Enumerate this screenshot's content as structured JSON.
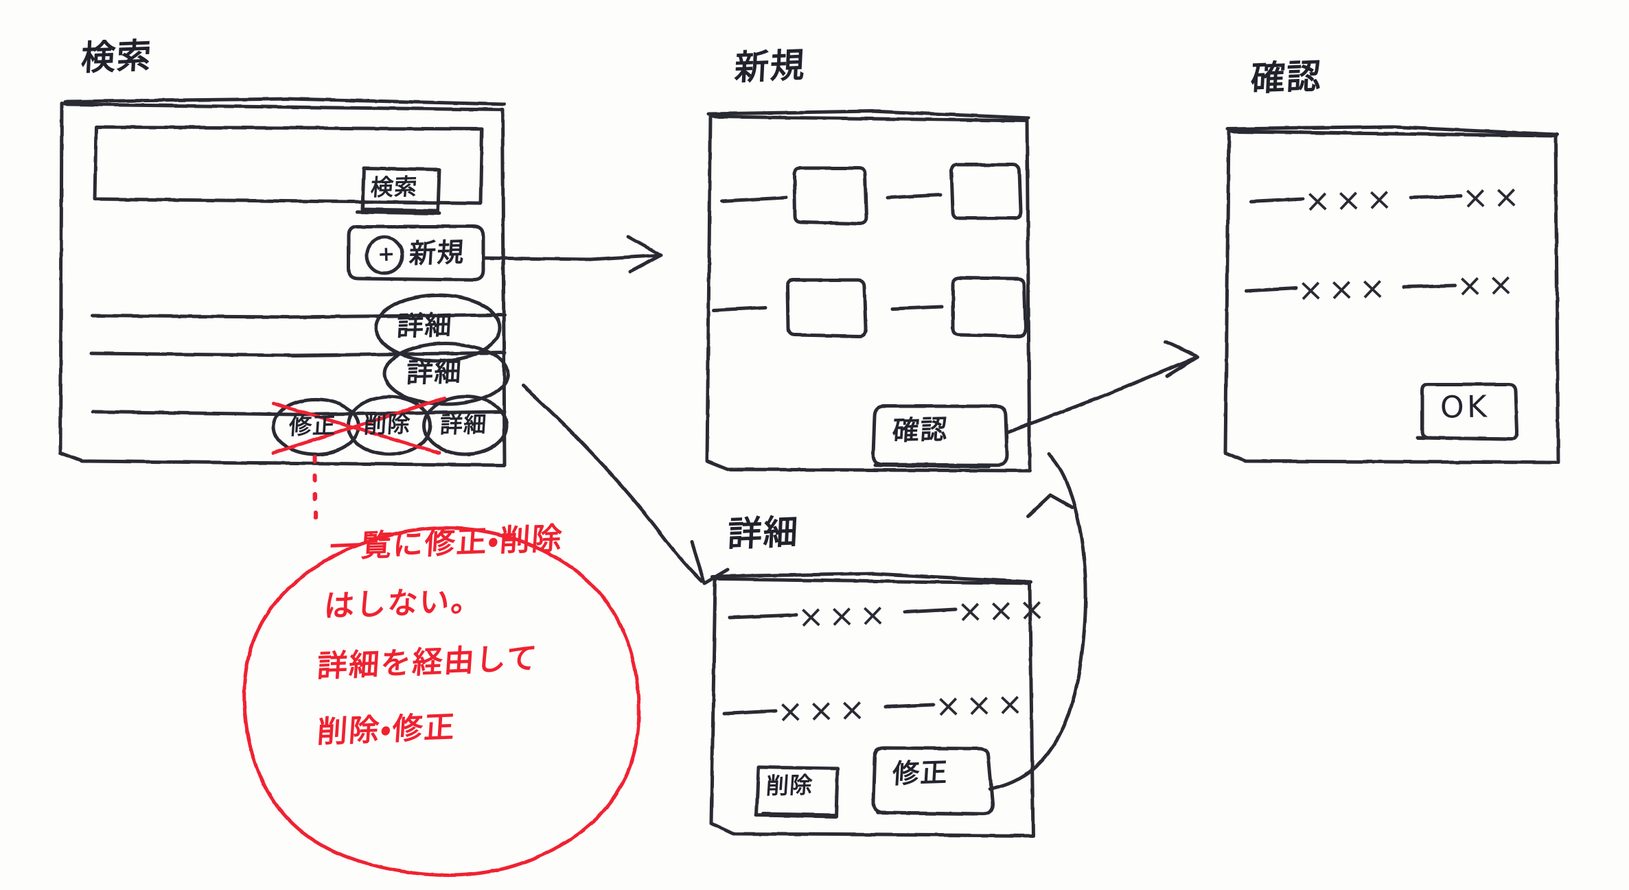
{
  "document": {
    "kind": "hand-drawn-screen-flow-wireframe",
    "language": "ja",
    "ink_color": "#2a2a33",
    "annotation_color": "#ef2230",
    "paper_color": "#fdfdfc"
  },
  "screens": [
    {
      "id": "search",
      "title": "検索",
      "search_field": {
        "value": "",
        "placeholder": ""
      },
      "search_button": {
        "label": "検索"
      },
      "new_button": {
        "label": "新規",
        "icon": "plus-circle-icon",
        "icon_glyph": "+"
      },
      "rows": [
        {
          "detail_button": {
            "label": "詳細"
          }
        },
        {
          "detail_button": {
            "label": "詳細"
          }
        },
        {
          "struck_out": true,
          "edit_button": {
            "label": "修正",
            "struck_out": true
          },
          "delete_button": {
            "label": "削除",
            "struck_out": true
          },
          "detail_button": {
            "label": "詳細"
          }
        }
      ]
    },
    {
      "id": "new",
      "title": "新規",
      "fields": [
        {
          "label_mark": "—",
          "input_value": ""
        },
        {
          "label_mark": "—",
          "input_value": ""
        },
        {
          "label_mark": "—",
          "input_value": ""
        },
        {
          "label_mark": "—",
          "input_value": ""
        }
      ],
      "confirm_button": {
        "label": "確認"
      }
    },
    {
      "id": "confirm",
      "title": "確認",
      "rows": [
        {
          "label_mark": "—",
          "left_value": "×××",
          "right_label_mark": "—",
          "right_value": "××"
        },
        {
          "label_mark": "—",
          "left_value": "×××",
          "right_label_mark": "—",
          "right_value": "××"
        }
      ],
      "ok_button": {
        "label": "OK"
      }
    },
    {
      "id": "detail",
      "title": "詳細",
      "rows": [
        {
          "label_mark": "—",
          "left_value": "×××",
          "right_label_mark": "—",
          "right_value": "×××"
        },
        {
          "label_mark": "—",
          "left_value": "×××",
          "right_label_mark": "—",
          "right_value": "×××"
        }
      ],
      "delete_button": {
        "label": "削除"
      },
      "edit_button": {
        "label": "修正"
      }
    }
  ],
  "annotation": {
    "color": "#ef2230",
    "lines": [
      "一覧に修正・削除",
      "はしない。",
      "詳細を経由して",
      "削除・修正"
    ],
    "full_text": "一覧に修正・削除はしない。詳細を経由して削除・修正",
    "shape": "hand-drawn-circle",
    "connector": "dashed-leader-line"
  },
  "flows": [
    {
      "from": "search.new_button",
      "to": "new",
      "style": "straight-arrow"
    },
    {
      "from": "search.detail_button",
      "to": "detail",
      "style": "diagonal-arrow"
    },
    {
      "from": "new.confirm_button",
      "to": "confirm",
      "style": "diagonal-arrow"
    },
    {
      "from": "detail.edit_button",
      "to": "confirm",
      "style": "curved-arrow"
    }
  ]
}
